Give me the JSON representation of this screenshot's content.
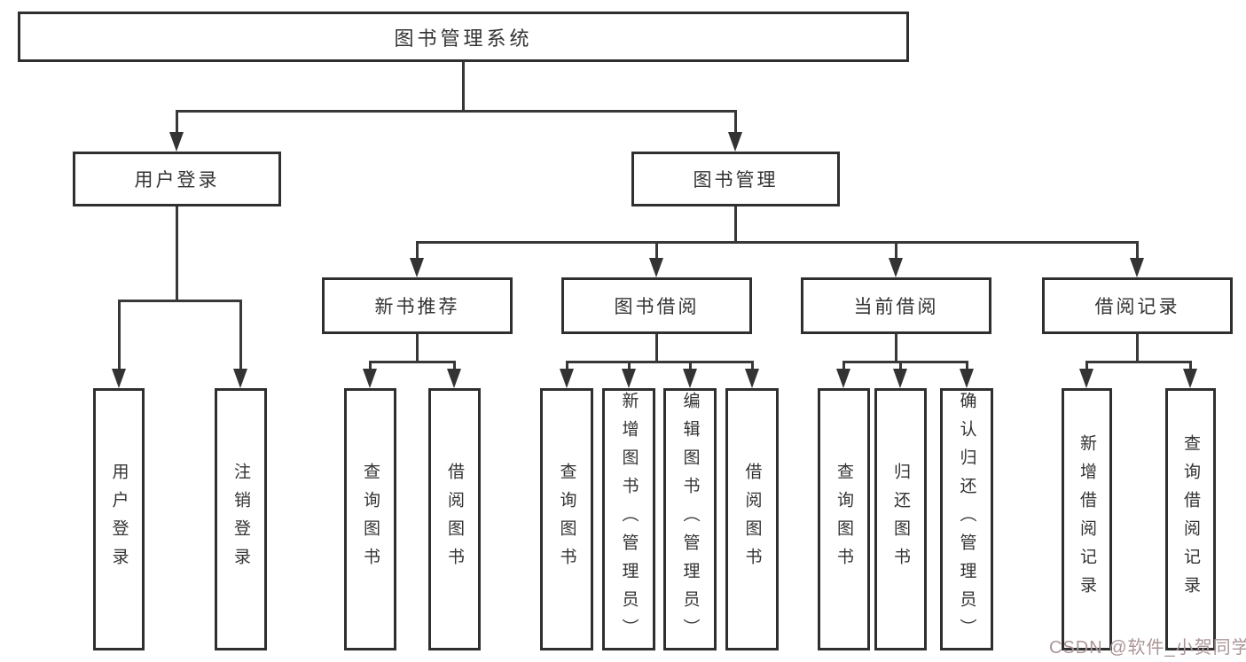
{
  "diagram": {
    "title": "图书管理系统",
    "root": {
      "label": "图书管理系统"
    },
    "branches": [
      {
        "label": "用户登录",
        "children": [
          {
            "label": "用户登录"
          },
          {
            "label": "注销登录"
          }
        ]
      },
      {
        "label": "图书管理",
        "children": [
          {
            "label": "新书推荐",
            "children": [
              {
                "label": "查询图书"
              },
              {
                "label": "借阅图书"
              }
            ]
          },
          {
            "label": "图书借阅",
            "children": [
              {
                "label": "查询图书"
              },
              {
                "label": "新增图书（管理员）"
              },
              {
                "label": "编辑图书（管理员）"
              },
              {
                "label": "借阅图书"
              }
            ]
          },
          {
            "label": "当前借阅",
            "children": [
              {
                "label": "查询图书"
              },
              {
                "label": "归还图书"
              },
              {
                "label": "确认归还（管理员）"
              }
            ]
          },
          {
            "label": "借阅记录",
            "children": [
              {
                "label": "新增借阅记录"
              },
              {
                "label": "查询借阅记录"
              }
            ]
          }
        ]
      }
    ]
  },
  "watermark": {
    "text": "CSDN @软件_小贺同学",
    "color": "#ab9598"
  },
  "colors": {
    "box_border": "#2f2f2f",
    "connector": "#383838",
    "text": "#333333",
    "background": "#ffffff"
  }
}
